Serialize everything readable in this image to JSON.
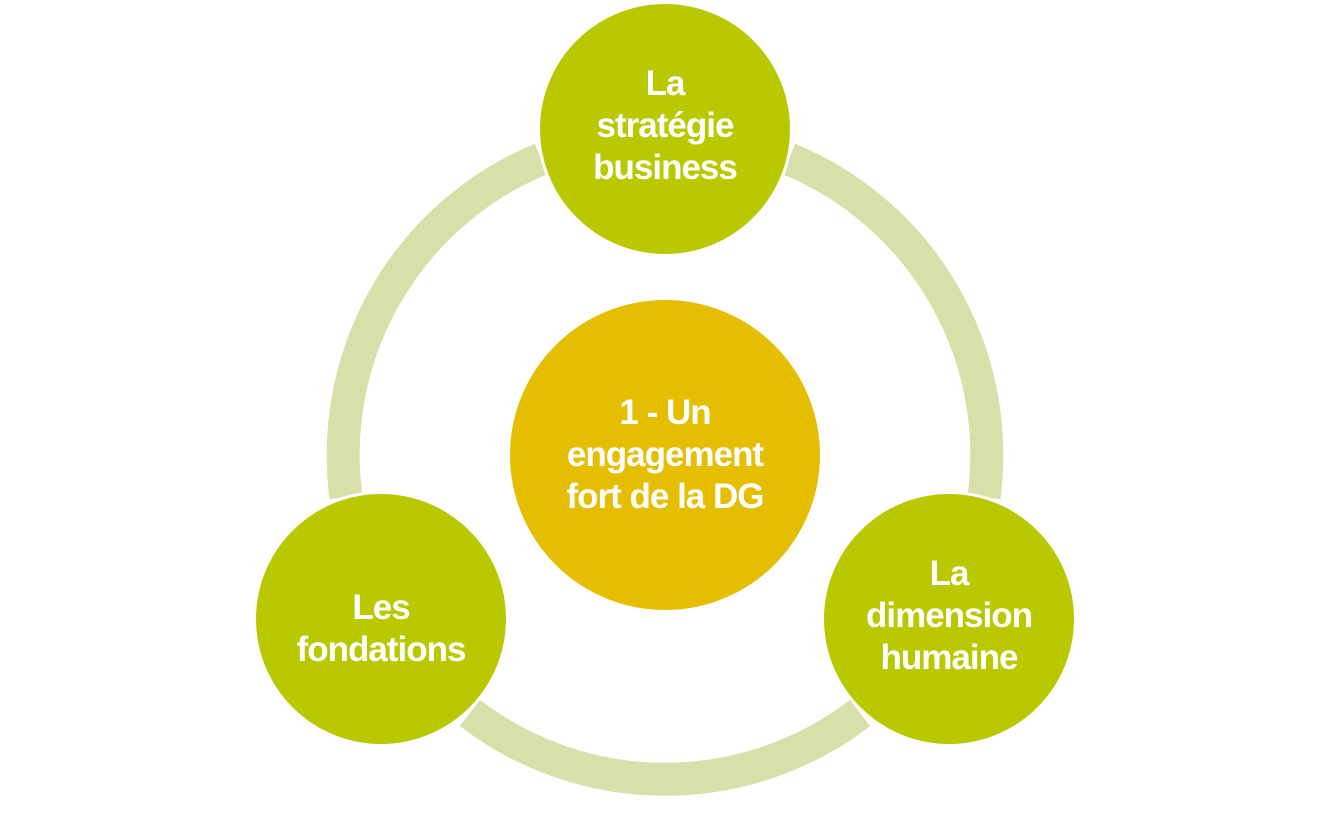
{
  "diagram": {
    "ring_color": "#d7e0a8",
    "outer_node_color": "#bac801",
    "center_node_color": "#e5be02",
    "text_color": "#ffffff",
    "center": {
      "lines": [
        "1 - Un",
        "engagement",
        "fort de la DG"
      ]
    },
    "nodes": {
      "top": {
        "lines": [
          "La",
          "stratégie",
          "business"
        ]
      },
      "left": {
        "lines": [
          "Les",
          "fondations"
        ]
      },
      "right": {
        "lines": [
          "La",
          "dimension",
          "humaine"
        ]
      }
    }
  }
}
